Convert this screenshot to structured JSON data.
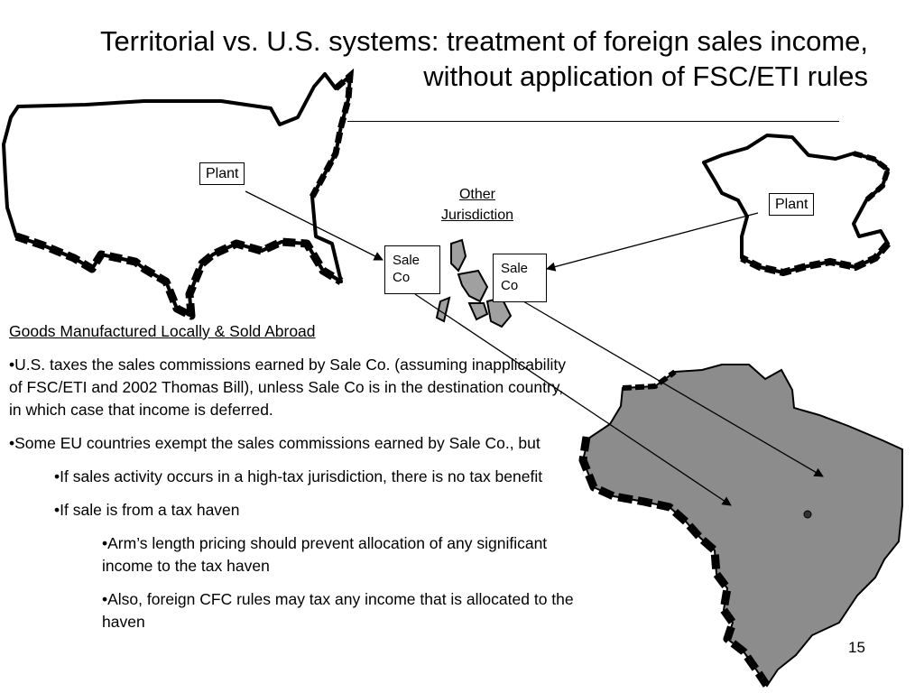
{
  "slide": {
    "title_line1": "Territorial vs. U.S. systems:  treatment of foreign sales income,",
    "title_line2": "without application of FSC/ETI rules",
    "page_number": "15"
  },
  "diagram": {
    "us_plant_label": "Plant",
    "foreign_plant_label": "Plant",
    "other_jurisdiction_line1": "Other",
    "other_jurisdiction_line2": "Jurisdiction",
    "sale_co_a_line1": "Sale",
    "sale_co_a_line2": "Co",
    "sale_co_b_line1": "Sale",
    "sale_co_b_line2": "Co",
    "map_icons": [
      "united-states-map-icon",
      "france-map-icon",
      "brazil-map-icon",
      "island-jurisdiction-map-icon"
    ],
    "colors": {
      "brazil_fill": "#8c8c8c",
      "island_fill": "#a0a0a0",
      "outline": "#000000"
    }
  },
  "content": {
    "heading": "Goods Manufactured Locally & Sold Abroad",
    "bullet1": "•U.S. taxes the sales commissions earned by Sale Co. (assuming inapplicability of FSC/ETI and 2002 Thomas Bill), unless Sale Co is in the destination country, in which case that income is deferred.",
    "bullet2": "•Some EU countries exempt the sales commissions earned by Sale Co., but",
    "sub_bullet1": "•If sales activity occurs in a high-tax jurisdiction, there is no tax benefit",
    "sub_bullet2": "•If sale is from a tax haven",
    "sub_sub_bullet1": "•Arm’s length pricing should prevent allocation of any significant income to the tax haven",
    "sub_sub_bullet2": "•Also, foreign CFC rules may tax any income that is allocated to the haven"
  }
}
